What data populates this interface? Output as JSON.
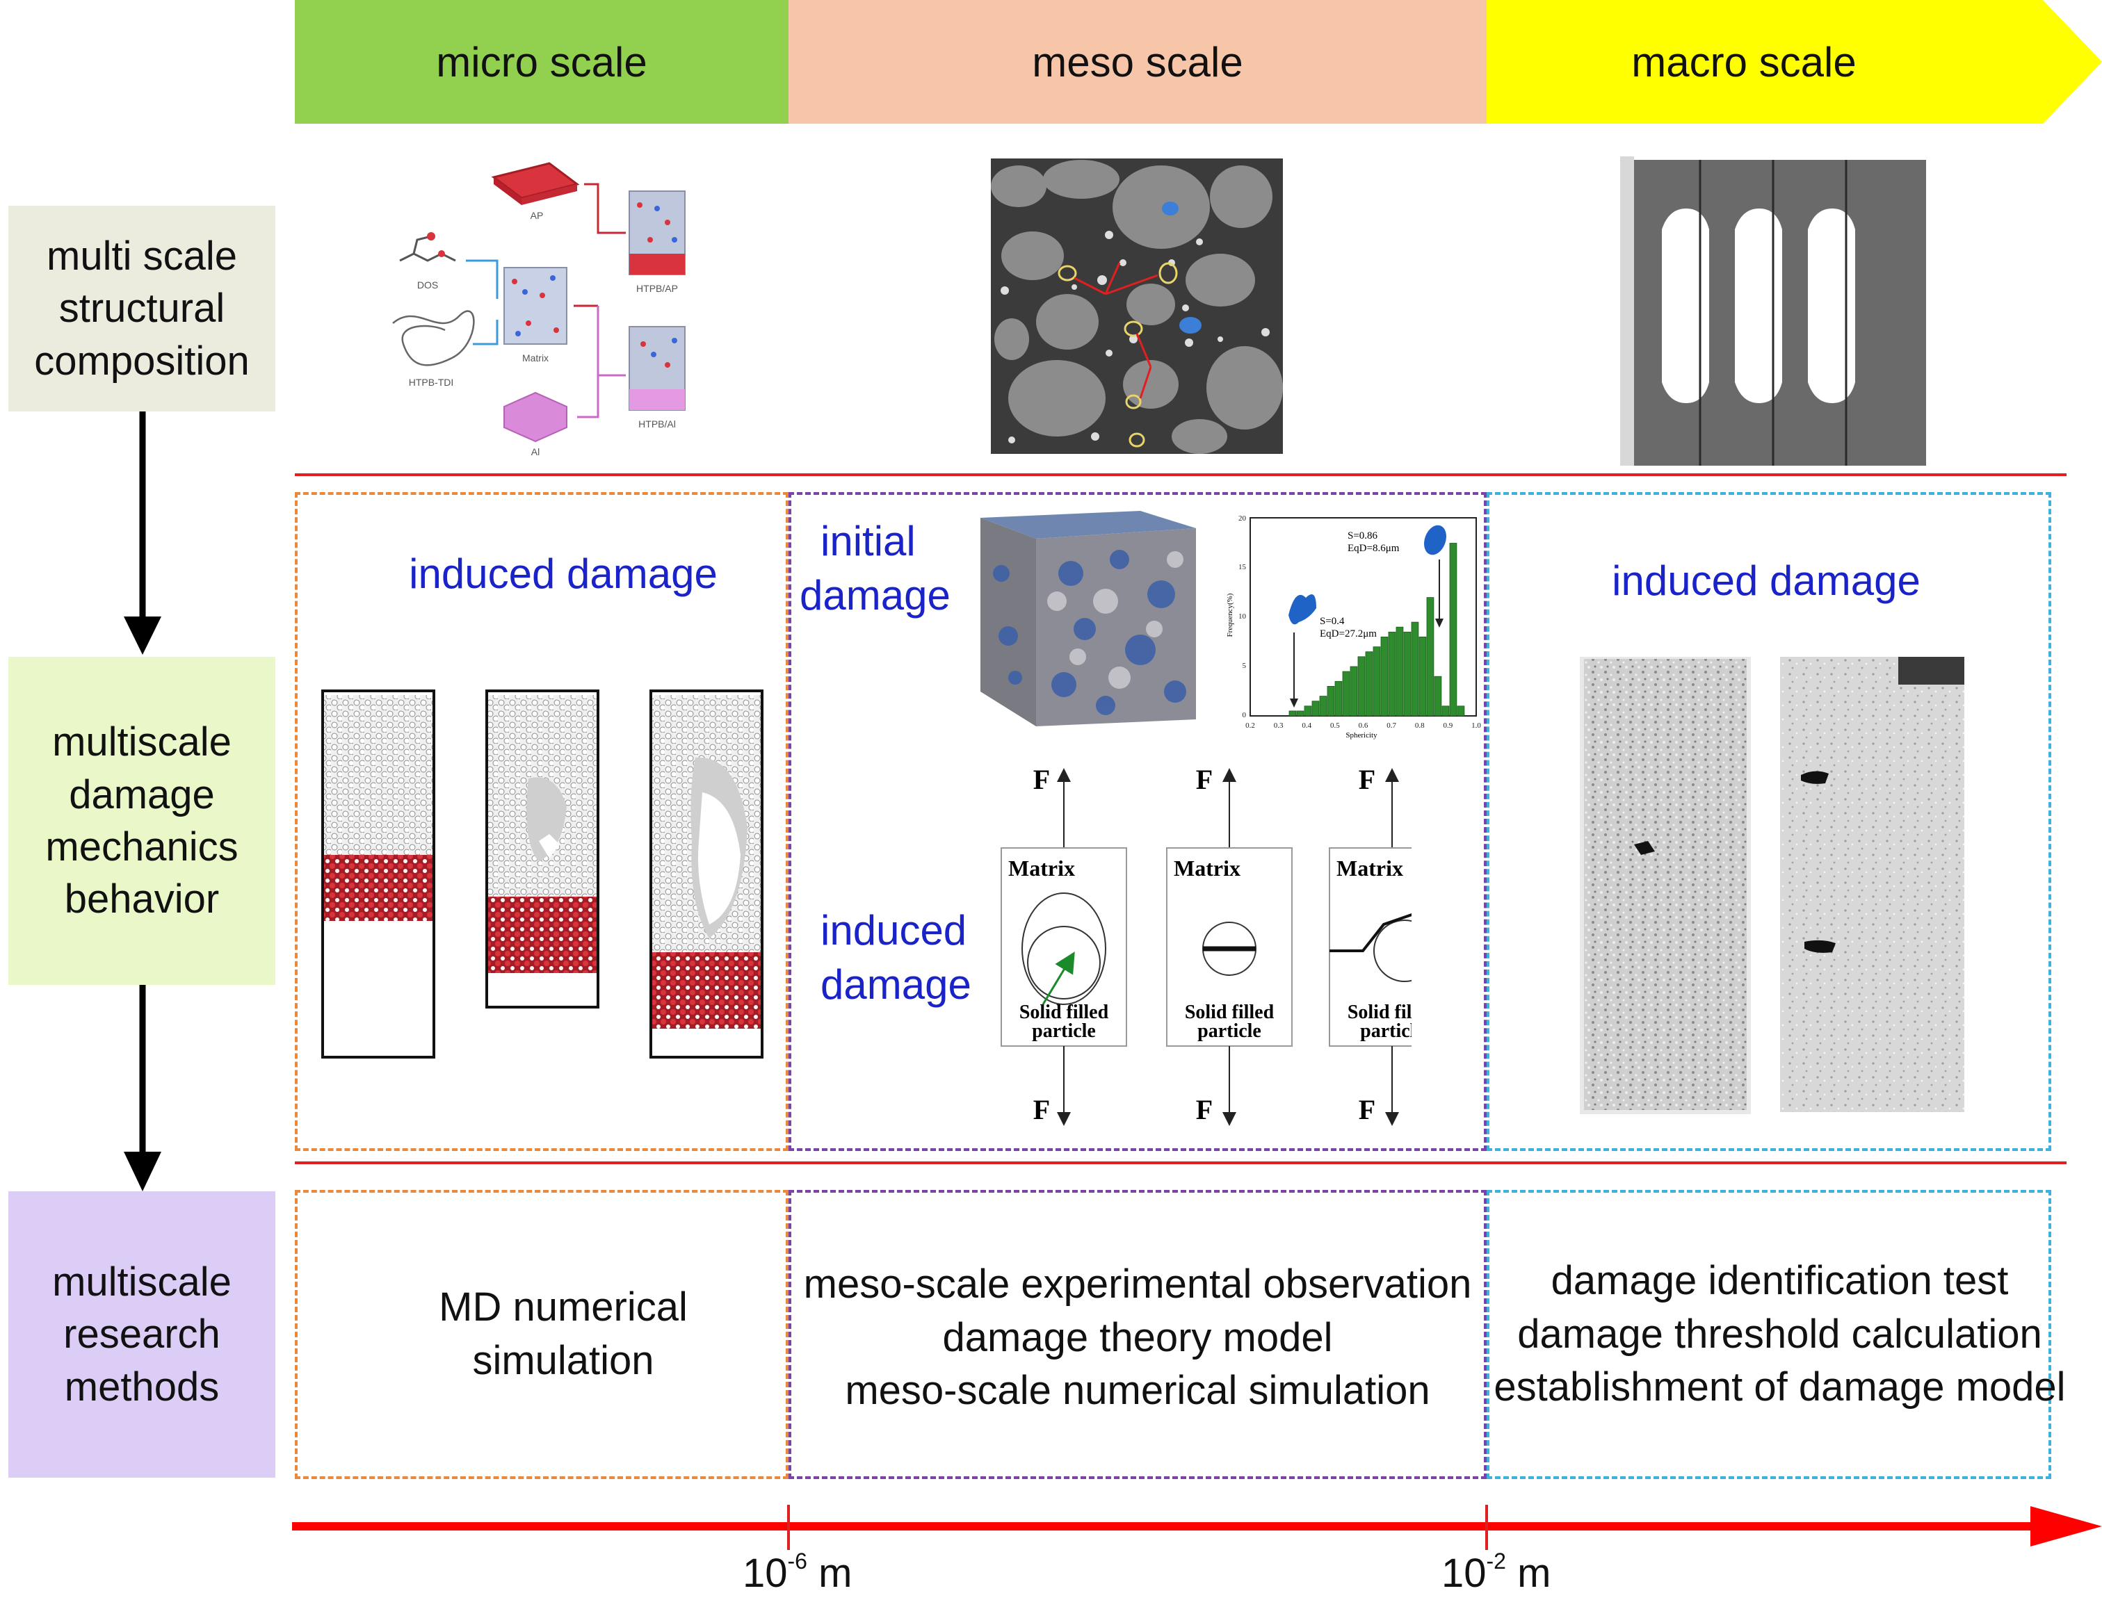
{
  "header": {
    "micro": "micro scale",
    "meso": "meso scale",
    "macro": "macro scale"
  },
  "categories": {
    "structure": [
      "multi scale",
      "structural",
      "composition"
    ],
    "damage": [
      "multiscale",
      "damage",
      "mechanics",
      "behavior"
    ],
    "methods": [
      "multiscale",
      "research",
      "methods"
    ]
  },
  "structure_labels": {
    "ap": "AP",
    "dos": "DOS",
    "htpb_tdi": "HTPB-TDI",
    "matrix": "Matrix",
    "al": "Al",
    "htpb_ap": "HTPB/AP",
    "htpb_al": "HTPB/Al"
  },
  "damage": {
    "micro_title": "induced damage",
    "meso_initial": [
      "initial",
      "damage"
    ],
    "meso_induced": [
      "induced",
      "damage"
    ],
    "macro_title": "induced damage",
    "hist_annot_1": [
      "S=0.86",
      "EqD=8.6μm"
    ],
    "hist_annot_2": [
      "S=0.4",
      "EqD=27.2μm"
    ],
    "hist_ylabel": "Frequency(%)",
    "hist_xlabel": "Sphericity",
    "hist_xticks": [
      "0.2",
      "0.3",
      "0.4",
      "0.5",
      "0.6",
      "0.7",
      "0.8",
      "0.9",
      "1.0"
    ],
    "hist_yticks": [
      "0",
      "5",
      "10",
      "15",
      "20"
    ],
    "force": "F",
    "matrix": "Matrix",
    "particle": [
      "Solid filled",
      "particle"
    ]
  },
  "methods": {
    "micro": [
      "MD numerical",
      "simulation"
    ],
    "meso": [
      "meso-scale experimental observation",
      "damage theory model",
      "meso-scale numerical simulation"
    ],
    "macro": [
      "damage identification test",
      "damage threshold calculation",
      "establishment of damage model"
    ]
  },
  "axis": {
    "tick1_base": "10",
    "tick1_exp": "-6",
    "tick1_unit": "m",
    "tick2_base": "10",
    "tick2_exp": "-2",
    "tick2_unit": "m"
  },
  "colors": {
    "micro_band": "#92d050",
    "meso_band": "#f7c6a9",
    "macro_band": "#ffff00",
    "axis": "#ff0000",
    "label_blue": "#1a23c8"
  }
}
